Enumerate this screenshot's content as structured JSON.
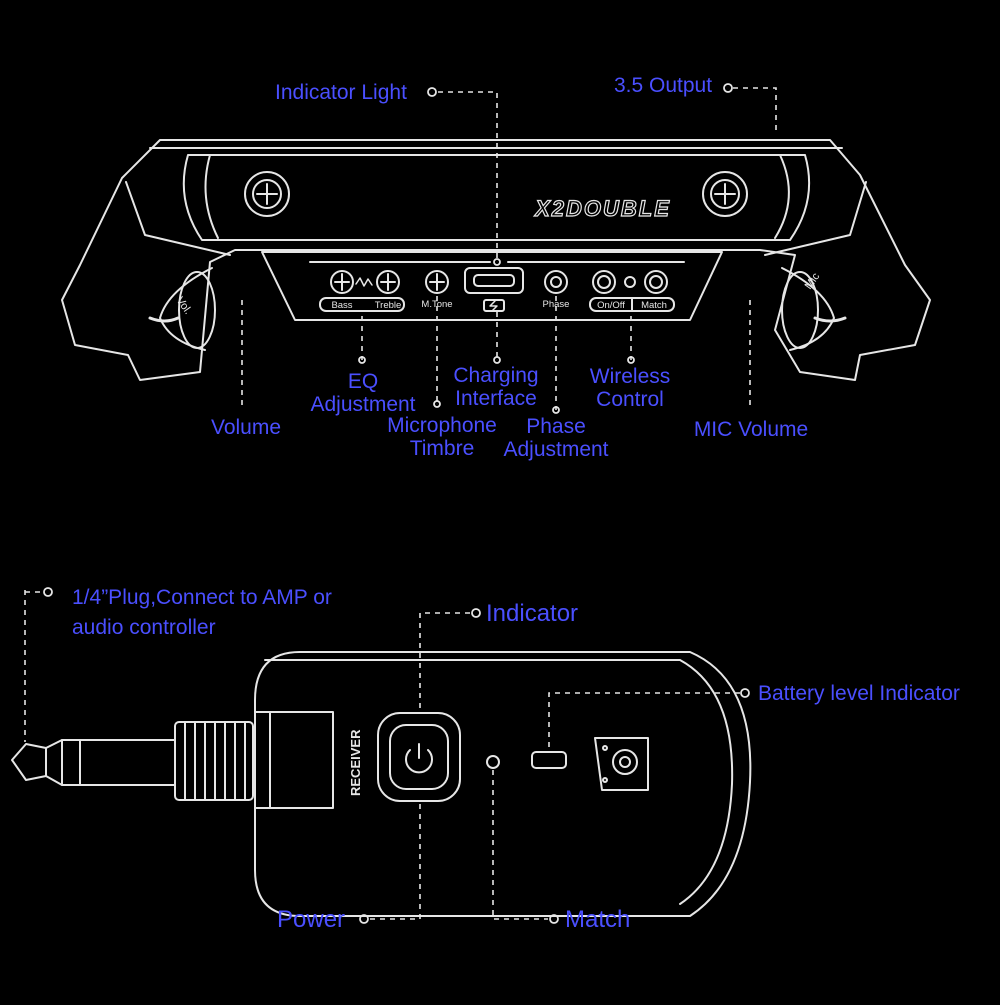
{
  "top_device": {
    "brand": "X2DOUBLE",
    "knob_vol": "Vol.",
    "knob_mic": "Mic",
    "panel": {
      "bass": "Bass",
      "treble": "Treble",
      "mtone": "M.Tone",
      "phase": "Phase",
      "onoff": "On/Off",
      "match": "Match"
    },
    "callouts": {
      "indicator_light": "Indicator Light",
      "output": "3.5 Output",
      "eq": "EQ\nAdjustment",
      "charging": "Charging\nInterface",
      "wireless": "Wireless\nControl",
      "volume": "Volume",
      "microphone": "Microphone\nTimbre",
      "phase": "Phase\nAdjustment",
      "mic_volume": "MIC Volume"
    }
  },
  "bottom_device": {
    "receiver_text": "RECEIVER",
    "callouts": {
      "plug": "1/4”Plug,Connect to AMP or\naudio controller",
      "indicator": "Indicator",
      "battery": "Battery  level Indicator",
      "power": "Power",
      "match": "Match"
    }
  },
  "colors": {
    "background": "#000000",
    "label": "#4a4fff",
    "line": "#e6e6e6"
  }
}
